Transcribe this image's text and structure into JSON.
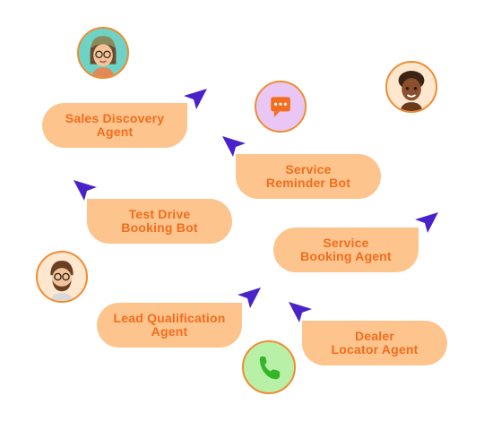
{
  "agents": [
    {
      "id": "sales-discovery",
      "line1": "Sales Discovery",
      "line2": "Agent"
    },
    {
      "id": "service-reminder",
      "line1": "Service",
      "line2": "Reminder Bot"
    },
    {
      "id": "test-drive",
      "line1": "Test Drive",
      "line2": "Booking Bot"
    },
    {
      "id": "service-booking",
      "line1": "Service",
      "line2": "Booking Agent"
    },
    {
      "id": "lead-qualification",
      "line1": "Lead Qualification",
      "line2": "Agent"
    },
    {
      "id": "dealer-locator",
      "line1": "Dealer",
      "line2": "Locator Agent"
    }
  ],
  "colors": {
    "bubble_fill": "#fdc48d",
    "bubble_text": "#f26d1d",
    "pointer": "#4a22c9",
    "avatar_ring": "#f28b2e",
    "chat_icon_bg": "#e9c6f3",
    "chat_icon": "#f26d1d",
    "phone_icon_bg": "#b9f0a8",
    "phone_icon": "#35b52a"
  },
  "icons": [
    "avatar-woman-icon",
    "avatar-man-afro-icon",
    "avatar-man-beard-icon",
    "chat-bubble-icon",
    "phone-icon",
    "cursor-pointer-icon"
  ]
}
